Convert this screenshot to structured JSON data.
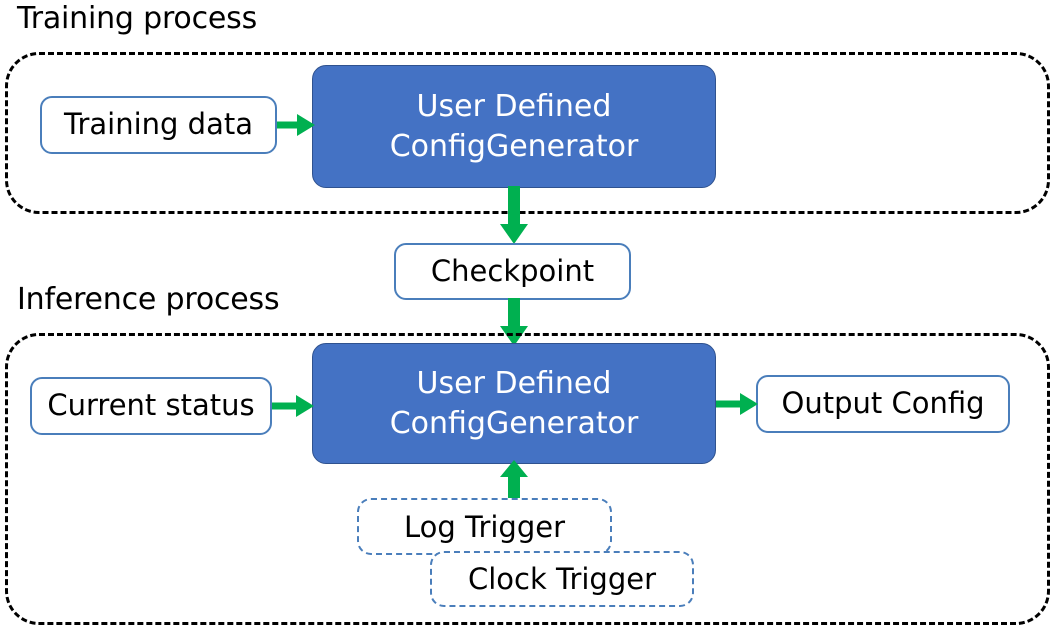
{
  "diagram": {
    "title_training": "Training process",
    "title_inference": "Inference process",
    "accent_blue": "#4472c4",
    "accent_green": "#00b050",
    "border_blue": "#4a7ebb",
    "border_black": "#000000"
  },
  "training": {
    "section_label": "Training process",
    "input_box": "Training data",
    "process_box_line1": "User Defined",
    "process_box_line2": "ConfigGenerator"
  },
  "bridge": {
    "checkpoint_box": "Checkpoint"
  },
  "inference": {
    "section_label": "Inference process",
    "input_box": "Current status",
    "process_box_line1": "User Defined",
    "process_box_line2": "ConfigGenerator",
    "output_box": "Output Config",
    "triggers": [
      {
        "label": "Log Trigger"
      },
      {
        "label": "Clock Trigger"
      }
    ]
  },
  "arrows": [
    {
      "name": "training-data-to-generator",
      "direction": "right"
    },
    {
      "name": "generator-to-checkpoint",
      "direction": "down"
    },
    {
      "name": "checkpoint-to-inference-generator",
      "direction": "down"
    },
    {
      "name": "current-status-to-generator",
      "direction": "right"
    },
    {
      "name": "generator-to-output-config",
      "direction": "right"
    },
    {
      "name": "triggers-to-generator",
      "direction": "up"
    }
  ]
}
